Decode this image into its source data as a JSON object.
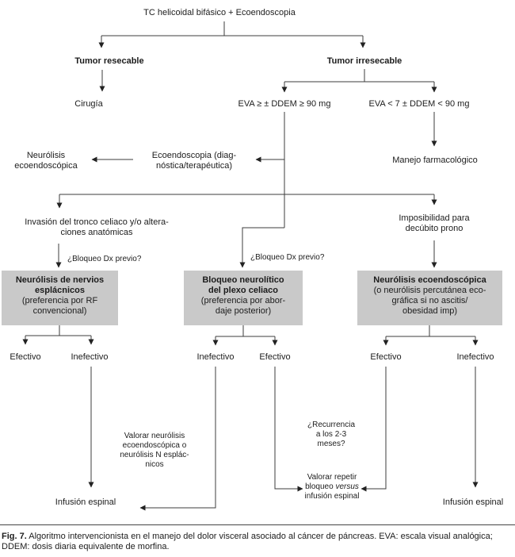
{
  "figure": {
    "root": "TC helicoidal bifásico + Ecoendoscopia",
    "branch_resectable": "Tumor resecable",
    "branch_unresectable": "Tumor irresecable",
    "surgery": "Cirugía",
    "eva_high": "EVA ≥ ± DDEM ≥ 90 mg",
    "eva_low": "EVA < 7 ± DDEM < 90 mg",
    "eus_neurolysis": "Neurólisis\necoendoscópica",
    "eus_diagnostic": "Ecoendoscopia (diag-\nnóstica/terapéutica)",
    "pharmacologic": "Manejo farmacológico",
    "celiac_invasion": "Invasión del tronco celiaco y/o altera-\nciones anatómicas",
    "prone_impossible": "Imposibilidad para\ndecúbito prono",
    "dx_block_question_1": "¿Bloqueo Dx previo?",
    "dx_block_question_2": "¿Bloqueo Dx previo?",
    "box_splanchnic": {
      "title": "Neurólisis de nervios\nesplácnicos",
      "subtitle": "(preferencia por RF\nconvencional)"
    },
    "box_celiac": {
      "title": "Bloqueo neurolítico\ndel plexo celiaco",
      "subtitle": "(preferencia por abor-\ndaje posterior)"
    },
    "box_eus": {
      "title": "Neurólisis ecoendoscópica",
      "subtitle": "(o neurólisis percutánea eco-\ngráfica si no ascitis/\nobesidad imp)"
    },
    "outcomes": {
      "effective_1": "Efectivo",
      "ineffective_1": "Inefectivo",
      "ineffective_2": "Inefectivo",
      "effective_2": "Efectivo",
      "effective_3": "Efectivo",
      "ineffective_3": "Inefectivo"
    },
    "consider_neurolysis": "Valorar neurólisis\necoendoscópica o\nneurólisis N esplác-\nnicos",
    "recurrence_question": "¿Recurrencia\na los 2-3\nmeses?",
    "repeat_block": {
      "pre": "Valorar repetir\nbloqueo ",
      "italic": "versus",
      "post": "\ninfusión espinal"
    },
    "spinal_infusion_left": "Infusión espinal",
    "spinal_infusion_right": "Infusión espinal",
    "caption": {
      "label": "Fig. 7.",
      "text": " Algoritmo intervencionista en el manejo del dolor visceral asociado al cáncer de páncreas. EVA: escala visual analógica; DDEM: dosis diaria equivalente de morfina."
    }
  }
}
